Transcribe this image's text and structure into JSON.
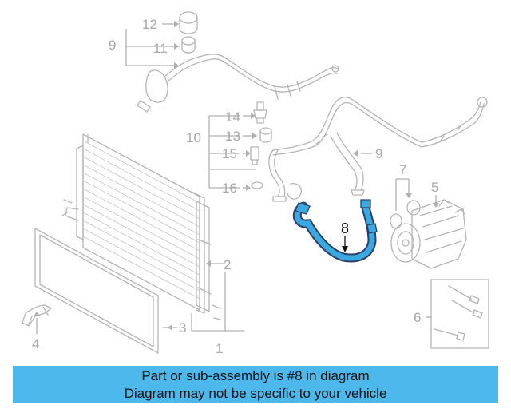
{
  "callouts": {
    "c1": "1",
    "c2": "2",
    "c3": "3",
    "c4": "4",
    "c5": "5",
    "c6": "6",
    "c7": "7",
    "c8": "8",
    "c9a": "9",
    "c9b": "9",
    "c10": "10",
    "c11": "11",
    "c12": "12",
    "c13": "13",
    "c14": "14",
    "c15": "15",
    "c16": "16"
  },
  "highlight": {
    "color": "#3aa9df",
    "part": "8"
  },
  "banner": {
    "color": "#4cb8ec",
    "line1": "Part or sub-assembly is #8 in diagram",
    "line2": "Diagram may not be specific to your vehicle"
  }
}
